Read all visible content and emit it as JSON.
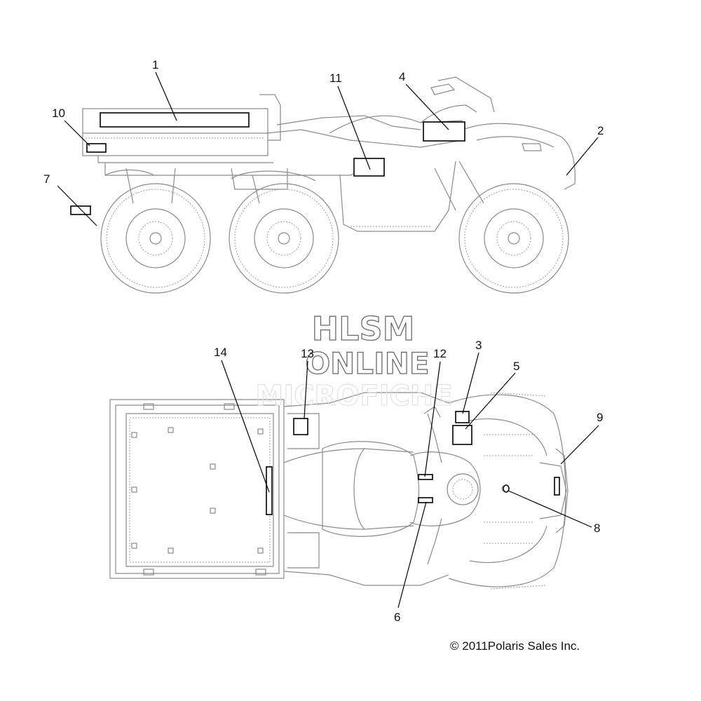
{
  "callouts": [
    "1",
    "2",
    "3",
    "4",
    "5",
    "6",
    "7",
    "8",
    "9",
    "10",
    "11",
    "12",
    "13",
    "14"
  ],
  "watermark": {
    "line1": "HLSM",
    "line2": "ONLINE",
    "line3": "MICROFICHE"
  },
  "copyright": "© 2011Polaris Sales Inc."
}
